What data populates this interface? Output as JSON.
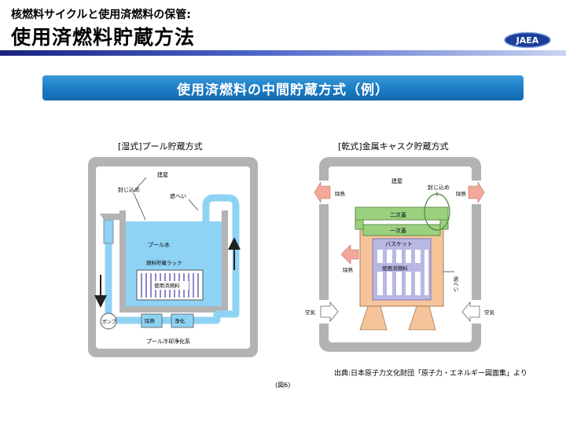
{
  "header": {
    "subtitle": "核燃料サイクルと使用済燃料の保管:",
    "title": "使用済燃料貯蔵方法",
    "logo_text": "JAEA",
    "accent_color": "#1a237e"
  },
  "banner": {
    "text": "使用済燃料の中間貯蔵方式（例）",
    "color": "#1a7cc4"
  },
  "wet": {
    "title": "[湿式]プール貯蔵方式",
    "labels": {
      "building": "建屋",
      "seal": "封じ込め",
      "shield": "遮へい",
      "pool_water": "プール水",
      "rack": "燃料貯蔵ラック",
      "spent_fuel": "使用済燃料",
      "pump": "ポンプ",
      "heat_removal": "除熱",
      "purification": "浄化",
      "system": "プール冷却浄化系"
    },
    "water_color": "#8fd3f4"
  },
  "dry": {
    "title": "[乾式]金属キャスク貯蔵方式",
    "labels": {
      "building": "建屋",
      "seal": "封じ込め",
      "secondary_lid": "二次蓋",
      "primary_lid": "一次蓋",
      "basket": "バスケット",
      "spent_fuel": "使用済燃料",
      "shield": "遮へい",
      "heat_left": "除熱",
      "heat_right": "除熱",
      "heat_inner": "除熱",
      "air_left": "空気",
      "air_right": "空気"
    },
    "cask_color": "#f6c49a",
    "lid_color": "#9bd07f",
    "basket_color": "#b9b7e4"
  },
  "footer": {
    "source": "出典:日本原子力文化財団「原子力・エネルギー図面集」より",
    "figure": "(図6)"
  }
}
